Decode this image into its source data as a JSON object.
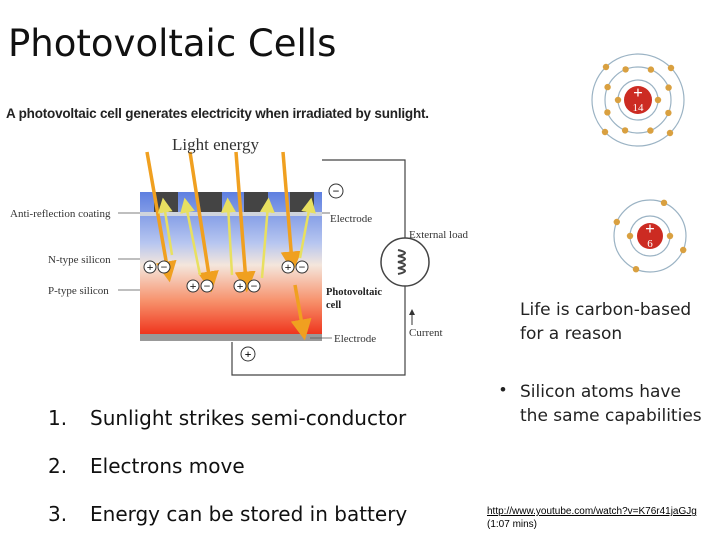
{
  "title": "Photovoltaic Cells",
  "diagram": {
    "caption": "A photovoltaic cell generates electricity when irradiated by sunlight.",
    "light_energy": "Light energy",
    "anti_reflection": "Anti-reflection coating",
    "n_type": "N-type silicon",
    "p_type": "P-type silicon",
    "electrode_top": "Electrode",
    "electrode_bottom": "Electrode",
    "external_load": "External load",
    "pv_cell_line1": "Photovoltaic",
    "pv_cell_line2": "cell",
    "current": "Current",
    "minus_sign": "−",
    "plus_sign": "+"
  },
  "atoms": [
    {
      "nucleus_label": "14",
      "charge": "+",
      "description": "silicon"
    },
    {
      "nucleus_label": "6",
      "charge": "+",
      "description": "carbon"
    }
  ],
  "steps": [
    {
      "num": "1.",
      "text": "Sunlight strikes semi-conductor"
    },
    {
      "num": "2.",
      "text": "Electrons move"
    },
    {
      "num": "3.",
      "text": "Energy can be stored in battery"
    }
  ],
  "notes": {
    "carbon": "Life is carbon-based for a reason",
    "bullet": "•",
    "silicon": "Silicon atoms have the same capabilities"
  },
  "link": {
    "url": "http://www.youtube.com/watch?v=K76r41jaGJg",
    "duration": "(1:07 mins)"
  },
  "colors": {
    "nucleus": "#cc2b22",
    "electron": "#d9a040",
    "orbit": "#9bb3c4",
    "arrow_in": "#f0a020",
    "arrow_out": "#e8e060"
  }
}
